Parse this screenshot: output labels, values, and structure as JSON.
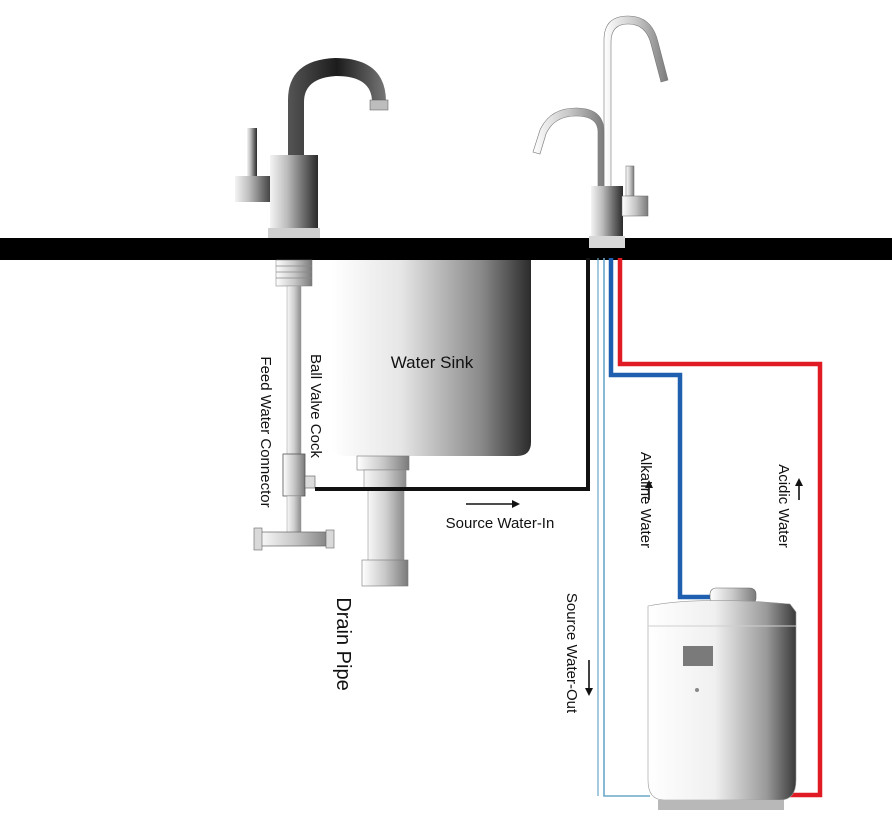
{
  "labels": {
    "water_sink": "Water Sink",
    "feed_water_connector": "Feed Water Connector",
    "ball_valve_cock": "Ball Valve Cock",
    "drain_pipe": "Drain Pipe",
    "source_water_in": "Source Water-In",
    "source_water_out": "Source Water-Out",
    "alkaline_water": "Alkaline Water",
    "acidic_water": "Acidic Water"
  },
  "colors": {
    "countertop": "#000000",
    "alkaline_line": "#1f5fb0",
    "acidic_line": "#e01b24",
    "source_in_line": "#111111",
    "source_out_line": "#6aa7c9"
  }
}
